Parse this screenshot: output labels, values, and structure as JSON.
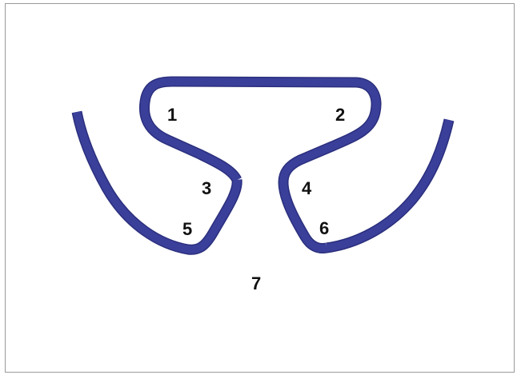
{
  "colors": {
    "strip": "#3a3f9a",
    "strip_edge": "#2b2f7d",
    "label": "#111111",
    "border": "#9a9a9a",
    "background": "#ffffff"
  },
  "labels": {
    "l1": "1",
    "l2": "2",
    "l3": "3",
    "l4": "4",
    "l5": "5",
    "l6": "6",
    "l7": "7"
  }
}
